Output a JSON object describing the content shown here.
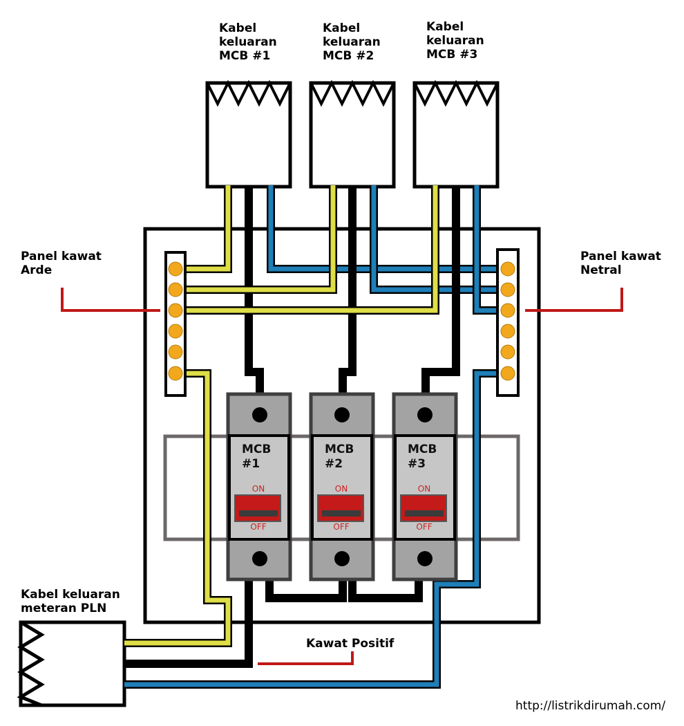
{
  "labels": {
    "cable1": [
      "Kabel",
      "keluaran",
      "MCB #1"
    ],
    "cable2": [
      "Kabel",
      "keluaran",
      "MCB #2"
    ],
    "cable3": [
      "Kabel",
      "keluaran",
      "MCB #3"
    ],
    "ground_panel": [
      "Panel kawat",
      "Arde"
    ],
    "neutral_panel": [
      "Panel kawat",
      "Netral"
    ],
    "pln_cable": [
      "Kabel keluaran",
      "meteran PLN"
    ],
    "positive_wire": "Kawat Positif",
    "url": "http://listrikdirumah.com/"
  },
  "mcbs": [
    {
      "name": [
        "MCB",
        "#1"
      ],
      "on": "ON",
      "off": "OFF"
    },
    {
      "name": [
        "MCB",
        "#2"
      ],
      "on": "ON",
      "off": "OFF"
    },
    {
      "name": [
        "MCB",
        "#3"
      ],
      "on": "ON",
      "off": "OFF"
    }
  ],
  "colors": {
    "ground_wire": "#dede47",
    "neutral_wire": "#1f7fb8",
    "positive_wire": "#000000",
    "pointer": "#c01818",
    "terminal": "#f2a81c",
    "mcb_body": "#a3a3a3",
    "mcb_switch": "#c41a1a"
  }
}
